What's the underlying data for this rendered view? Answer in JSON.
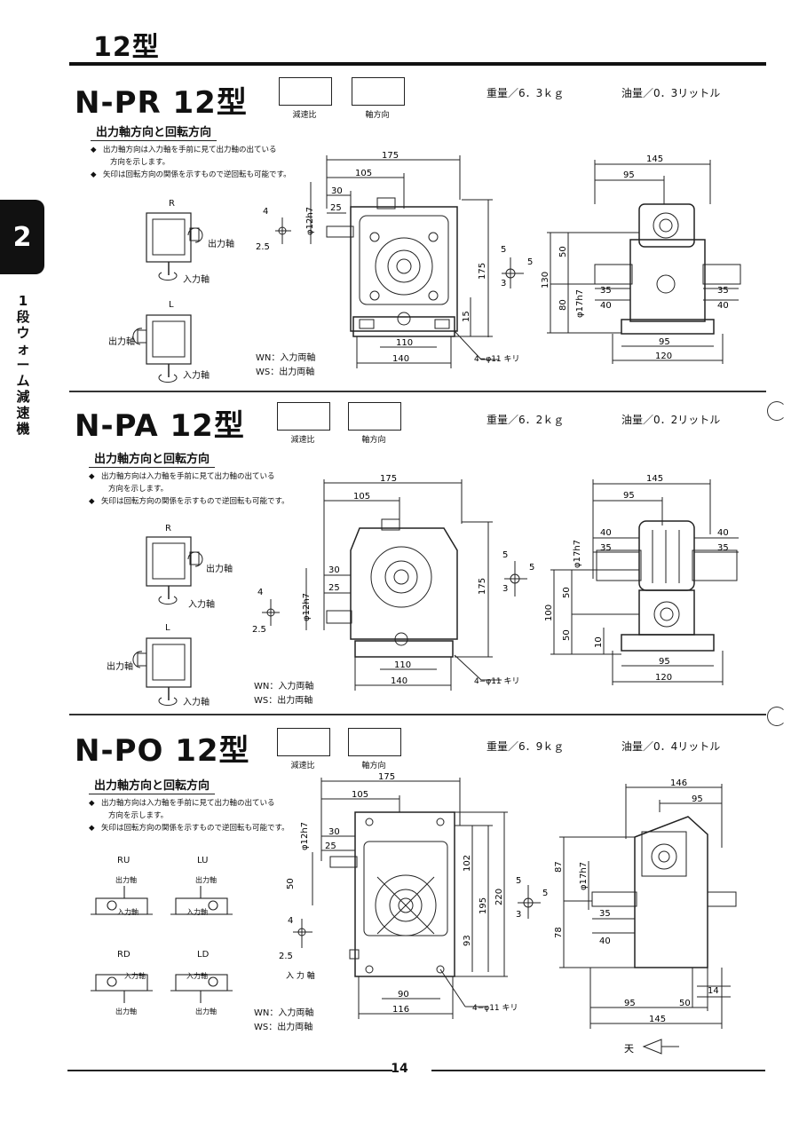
{
  "page": {
    "title": "12型",
    "side_tab_number": "2",
    "side_vertical_label": "1段ウォーム減速機",
    "page_number": "14"
  },
  "common": {
    "box_label_ratio": "減速比",
    "box_label_axis": "軸方向",
    "subheading": "出力軸方向と回転方向",
    "note1_line1": "出力軸方向は入力軸を手前に見て出力軸の出ている",
    "note1_line2": "方向を示します。",
    "note2": "矢印は回転方向の関係を示すもので逆回転も可能です。",
    "bullet": "◆",
    "wn": "WN：入力両軸",
    "ws": "WS：出力両軸",
    "out_shaft": "出力軸",
    "in_shaft": "入力軸"
  },
  "sections": [
    {
      "model": "N-PR 12型",
      "weight": "重量／6．3ｋｇ",
      "oil": "油量／0．3リットル",
      "dims_front": {
        "d175": "175",
        "d105": "105",
        "d30": "30",
        "d25": "25",
        "d4": "4",
        "d25b": "2.5",
        "d12h7": "φ12h7",
        "d175v": "175",
        "d15": "15",
        "d110": "110",
        "d140": "140",
        "hole": "4−φ11 キリ"
      },
      "dims_side": {
        "d145": "145",
        "d95": "95",
        "d5": "5",
        "d5b": "5",
        "d3": "3",
        "d50": "50",
        "d130": "130",
        "d80": "80",
        "d17h7": "φ17h7",
        "d35": "35",
        "d40": "40",
        "d35r": "35",
        "d40r": "40",
        "d95b": "95",
        "d120": "120"
      },
      "dir_labels": [
        "R",
        "L"
      ]
    },
    {
      "model": "N-PA 12型",
      "weight": "重量／6．2ｋｇ",
      "oil": "油量／0．2リットル",
      "dims_front": {
        "d175": "175",
        "d105": "105",
        "d30": "30",
        "d25": "25",
        "d4": "4",
        "d25b": "2.5",
        "d12h7": "φ12h7",
        "d175v": "175",
        "d110": "110",
        "d140": "140",
        "hole": "4−φ11 キリ"
      },
      "dims_side": {
        "d145": "145",
        "d95": "95",
        "d40": "40",
        "d35": "35",
        "d40r": "40",
        "d35r": "35",
        "d17h7": "φ17h7",
        "d5": "5",
        "d5b": "5",
        "d3": "3",
        "d100": "100",
        "d50": "50",
        "d50b": "50",
        "d10": "10",
        "d95b": "95",
        "d120": "120"
      },
      "dir_labels": [
        "R",
        "L"
      ]
    },
    {
      "model": "N-PO 12型",
      "weight": "重量／6．9ｋｇ",
      "oil": "油量／0．4リットル",
      "dims_front": {
        "d175": "175",
        "d105": "105",
        "d30": "30",
        "d25": "25",
        "d12h7": "φ12h7",
        "d50": "50",
        "d4": "4",
        "d25b": "2.5",
        "in_label": "入 力 軸",
        "d102": "102",
        "d195": "195",
        "d220": "220",
        "d93": "93",
        "d90": "90",
        "d116": "116",
        "hole": "4−φ11 キリ"
      },
      "dims_side": {
        "d146": "146",
        "d95": "95",
        "d87": "87",
        "d17h7": "φ17h7",
        "d5": "5",
        "d5b": "5",
        "d3": "3",
        "d78": "78",
        "d35": "35",
        "d40": "40",
        "d14": "14",
        "d95b": "95",
        "d50": "50",
        "d145": "145",
        "top_mark": "天"
      },
      "dir_labels": [
        "RU",
        "LU",
        "RD",
        "LD"
      ]
    }
  ]
}
